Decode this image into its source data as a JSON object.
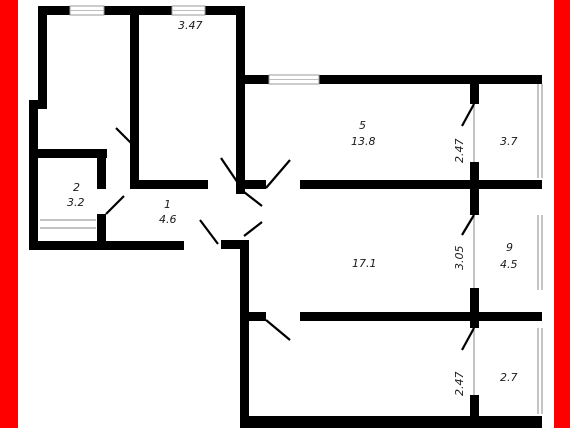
{
  "colors": {
    "frame": "#ff0000",
    "wall": "#000000",
    "background": "#ffffff"
  },
  "rooms": [
    {
      "number": "2",
      "area": "3.2"
    },
    {
      "number": "1",
      "area": "4.6"
    },
    {
      "number": "5",
      "area": "13.8"
    },
    {
      "number": "9",
      "area": "4.5"
    }
  ],
  "partial_labels": {
    "top_room": "3.47",
    "room5_wall": "2.47",
    "room5_balcony": "3.7",
    "middle_room": "17.1",
    "middle_wall": "3.05",
    "bottom_wall": "2.47",
    "bottom_balcony": "2.7"
  }
}
